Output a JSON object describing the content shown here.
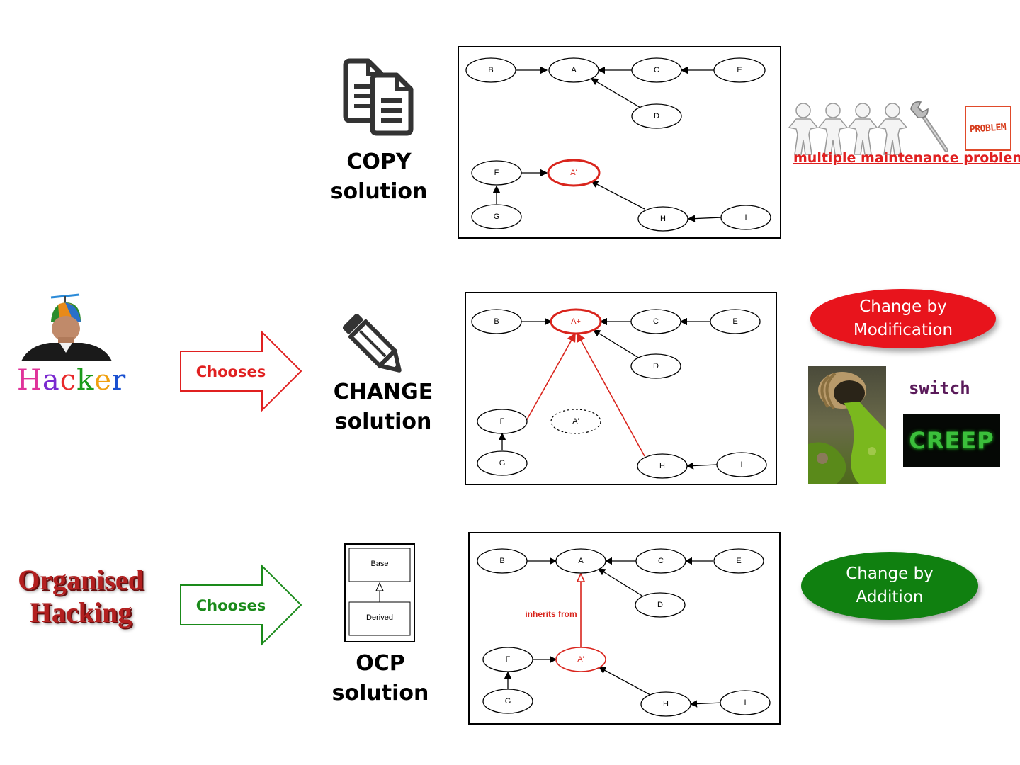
{
  "rows": {
    "copy": {
      "label_line1": "COPY",
      "label_line2": "solution"
    },
    "change": {
      "label_line1": "CHANGE",
      "label_line2": "solution"
    },
    "ocp": {
      "label_line1": "OCP",
      "label_line2": "solution"
    }
  },
  "actors": {
    "hacker": "Hacker",
    "organised_line1": "Organised",
    "organised_line2": "Hacking"
  },
  "arrows": {
    "red_label": "Chooses",
    "green_label": "Chooses"
  },
  "ocp_icon": {
    "base": "Base",
    "derived": "Derived"
  },
  "diagram_copy": {
    "nodes": {
      "b": "B",
      "a": "A",
      "c": "C",
      "e": "E",
      "d": "D",
      "f": "F",
      "a_prime": "A'",
      "g": "G",
      "h": "H",
      "i": "I"
    }
  },
  "diagram_change": {
    "nodes": {
      "b": "B",
      "a_plus": "A+",
      "c": "C",
      "e": "E",
      "d": "D",
      "a_prime_ghost": "A'",
      "f": "F",
      "g": "G",
      "h": "H",
      "i": "I"
    }
  },
  "diagram_ocp": {
    "nodes": {
      "b": "B",
      "a": "A",
      "c": "C",
      "e": "E",
      "d": "D",
      "f": "F",
      "a_prime": "A'",
      "g": "G",
      "h": "H",
      "i": "I"
    },
    "inherits_label": "inherits from"
  },
  "right_side": {
    "problem_stamp": "PROBLEM",
    "maintenance": "multiple maintenance problem",
    "change_modification_line1": "Change by",
    "change_modification_line2": "Modification",
    "switch": "switch",
    "creep": "CREEP",
    "change_addition_line1": "Change by",
    "change_addition_line2": "Addition"
  },
  "colors": {
    "red_accent": "#d9251d",
    "green_accent": "#1a8a1a",
    "modification_badge": "#e8141c",
    "addition_badge": "#108010"
  }
}
